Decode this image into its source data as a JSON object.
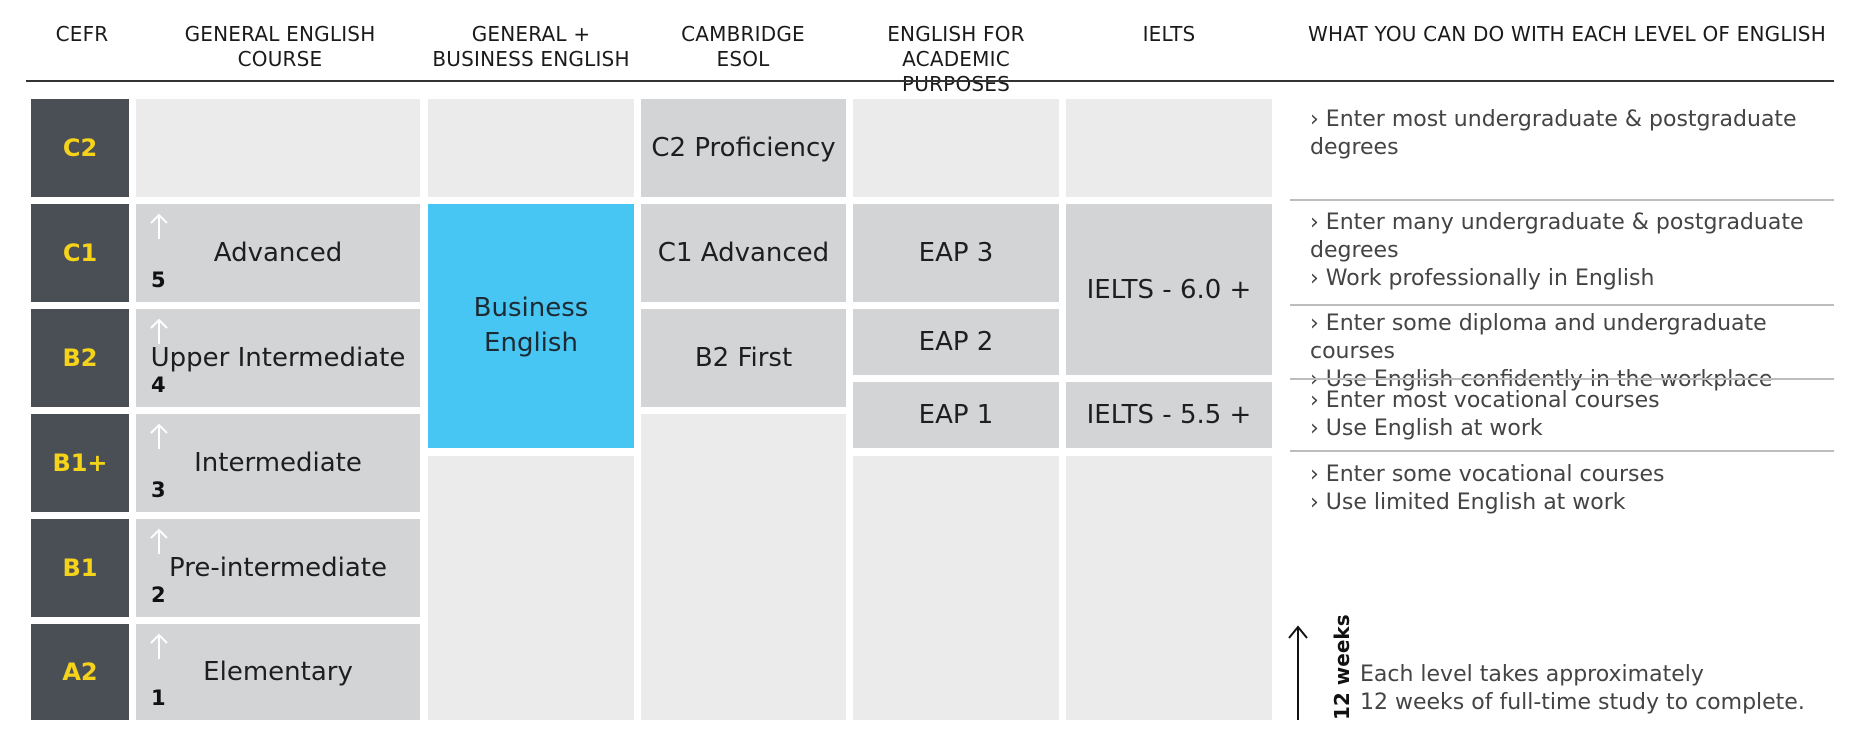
{
  "headers": {
    "cefr": [
      "CEFR"
    ],
    "general": [
      "GENERAL ENGLISH",
      "COURSE"
    ],
    "business": [
      "GENERAL +",
      "BUSINESS ENGLISH"
    ],
    "cambridge": [
      "CAMBRIDGE",
      "ESOL"
    ],
    "eap": [
      "ENGLISH FOR",
      "ACADEMIC PURPOSES"
    ],
    "ielts": [
      "IELTS"
    ],
    "what": [
      "WHAT YOU CAN DO WITH EACH LEVEL OF ENGLISH"
    ]
  },
  "cefr_levels": [
    "C2",
    "C1",
    "B2",
    "B1+",
    "B1",
    "A2"
  ],
  "general_course": [
    {
      "label": "Advanced",
      "number": "5"
    },
    {
      "label": "Upper Intermediate",
      "number": "4"
    },
    {
      "label": "Intermediate",
      "number": "3"
    },
    {
      "label": "Pre-intermediate",
      "number": "2"
    },
    {
      "label": "Elementary",
      "number": "1"
    }
  ],
  "business": {
    "label": [
      "Business",
      "English"
    ],
    "color": "#47c6f3"
  },
  "cambridge": [
    "C2 Proficiency",
    "C1 Advanced",
    "B2 First"
  ],
  "eap": [
    "EAP 3",
    "EAP 2",
    "EAP 1"
  ],
  "ielts": [
    "IELTS - 6.0 +",
    "IELTS - 5.5 +"
  ],
  "can_do": [
    [
      "› Enter most undergraduate & postgraduate degrees"
    ],
    [
      "› Enter many undergraduate & postgraduate degrees",
      "› Work professionally in English"
    ],
    [
      "› Enter some diploma and undergraduate courses",
      "› Use English confidently in the workplace"
    ],
    [
      "› Enter most vocational courses",
      "› Use English at work"
    ],
    [
      "› Enter some vocational courses",
      "› Use limited English at work"
    ]
  ],
  "duration": {
    "weeks_label": "12 weeks",
    "note": [
      "Each level takes approximately",
      "12 weeks of full-time study to complete."
    ]
  },
  "colors": {
    "cefr_bg": "#4a4f55",
    "cefr_text": "#f5d31a",
    "box": "#d3d4d6",
    "column_bg": "#ebebec"
  }
}
